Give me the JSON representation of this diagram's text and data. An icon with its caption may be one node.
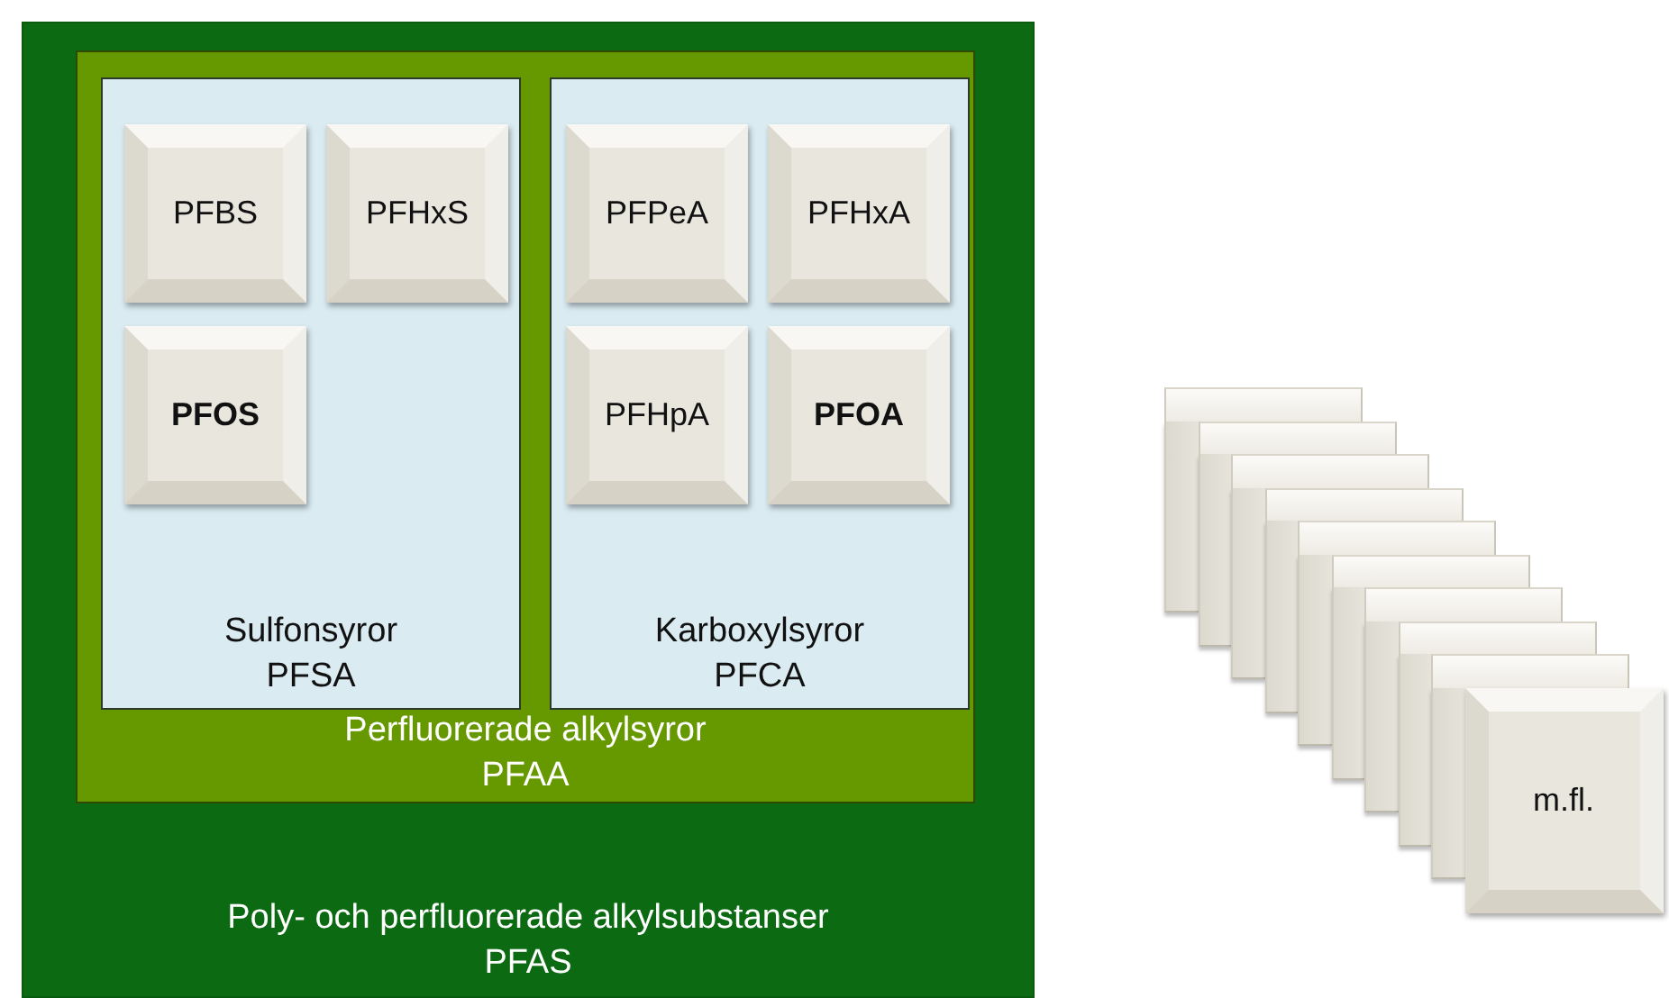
{
  "diagram": {
    "nodes": [
      {
        "text": [
          "Poly- och perfluorerade alkylsubstanser",
          "PFAS"
        ]
      },
      {
        "text": [
          "Perfluorerade alkylsyror",
          "PFAA"
        ],
        "in": 0
      },
      {
        "text": [
          "Sulfonsyror",
          "PFSA"
        ],
        "in": 1
      },
      {
        "text": [
          "PFBS"
        ],
        "in": 2
      },
      {
        "text": [
          "PFHxS"
        ],
        "in": 2
      },
      {
        "text": [
          "PFOS"
        ],
        "in": 2
      },
      {
        "text": [
          "Karboxylsyror",
          "PFCA"
        ],
        "in": 1
      },
      {
        "text": [
          "PFPeA"
        ],
        "in": 6
      },
      {
        "text": [
          "PFHxA"
        ],
        "in": 6
      },
      {
        "text": [
          "PFHpA"
        ],
        "in": 6
      },
      {
        "text": [
          "PFOA"
        ],
        "in": 6
      },
      {
        "text": [],
        "shape": "box"
      },
      {
        "text": [],
        "shape": "box"
      },
      {
        "text": [],
        "shape": "box"
      },
      {
        "text": [],
        "shape": "box"
      },
      {
        "text": [],
        "shape": "box"
      },
      {
        "text": [],
        "shape": "box"
      },
      {
        "text": [],
        "shape": "box"
      },
      {
        "text": [],
        "shape": "box"
      },
      {
        "text": [],
        "shape": "box"
      },
      {
        "text": [
          "m.fl."
        ]
      }
    ]
  }
}
